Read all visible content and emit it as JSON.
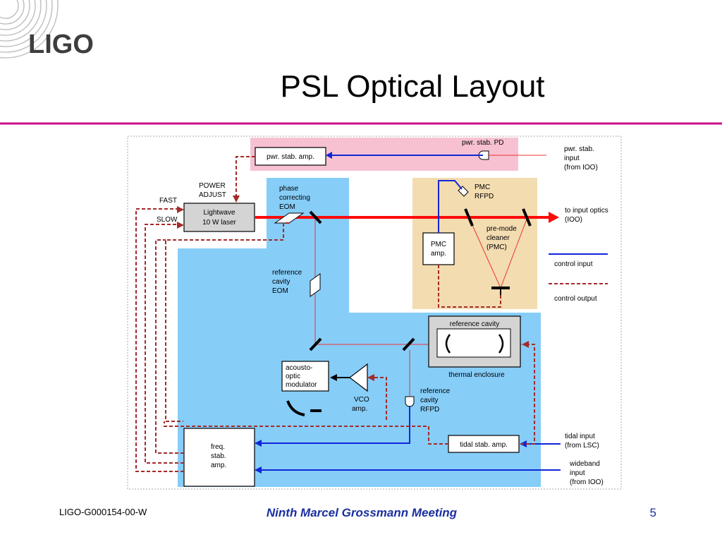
{
  "slide": {
    "logo": "LIGO",
    "title": "PSL Optical Layout",
    "footer_left": "LIGO-G000154-00-W",
    "footer_center": "Ninth Marcel Grossmann Meeting",
    "page_number": "5"
  },
  "colors": {
    "divider": "#cc0f8a",
    "blue_region": "#86cdf8",
    "pink_region": "#f7c1d1",
    "tan_region": "#f3dcb0",
    "beam": "#ff0a0a",
    "control_input": "#1126d8",
    "control_output": "#a52a2a"
  },
  "diagram": {
    "labels": {
      "pwr_stab_pd": "pwr. stab. PD",
      "pwr_stab_amp": "pwr. stab. amp.",
      "pwr_stab_input": [
        "pwr. stab.",
        "input",
        "(from IOO)"
      ],
      "power_adjust": [
        "POWER",
        "ADJUST"
      ],
      "fast": "FAST",
      "slow": "SLOW",
      "laser": [
        "Lightwave",
        "10 W laser"
      ],
      "phase_eom": [
        "phase",
        "correcting",
        "EOM"
      ],
      "pmc_rfpd": [
        "PMC",
        "RFPD"
      ],
      "to_input_optics": [
        "to input optics",
        "(IOO)"
      ],
      "pmc_amp": [
        "PMC",
        "amp."
      ],
      "pmc": [
        "pre-mode",
        "cleaner",
        "(PMC)"
      ],
      "legend_input": "control input",
      "legend_output": "control output",
      "ref_eom": [
        "reference",
        "cavity",
        "EOM"
      ],
      "reference_cavity": "reference cavity",
      "thermal_enclosure": "thermal enclosure",
      "aom": [
        "acousto-",
        "optic",
        "modulator"
      ],
      "vco": [
        "VCO",
        "amp."
      ],
      "ref_rfpd": [
        "reference",
        "cavity",
        "RFPD"
      ],
      "tidal_amp": "tidal stab. amp.",
      "tidal_input": [
        "tidal input",
        "(from LSC)"
      ],
      "freq_amp": [
        "freq.",
        "stab.",
        "amp."
      ],
      "wideband_input": [
        "wideband",
        "input",
        "(from IOO)"
      ]
    }
  }
}
